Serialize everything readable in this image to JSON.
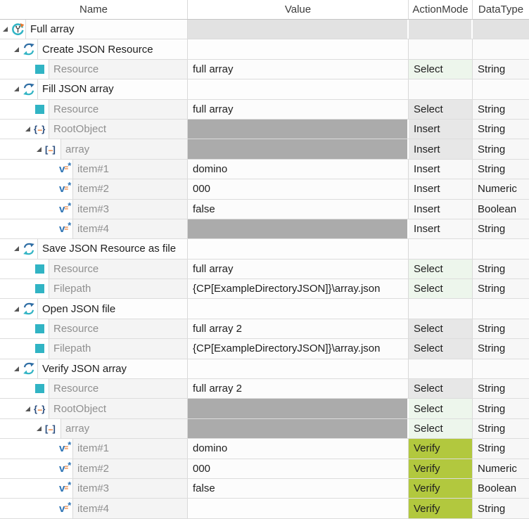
{
  "table": {
    "headers": [
      "Name",
      "Value",
      "ActionMode",
      "DataType"
    ],
    "colors": {
      "select_green": "#edf6ec",
      "select_gray": "#e7e7e7",
      "verify_green": "#b2c83e",
      "action_plain": "#f8f8f8",
      "cell_none": "#fbfbfb",
      "dt_plain": "#f7f7f7",
      "value_text": "#fcfcfc",
      "value_empty": "#fdfdfd",
      "value_disabled": "#ababab",
      "row_root_gray": "#e2e2e2",
      "name_attr_text": "#8f8f8f",
      "icon_teal": "#31b4c4",
      "icon_steel_blue": "#2e6da4",
      "icon_navy": "#2a4d7e",
      "icon_orange": "#e8762c",
      "icon_blue": "#2e74b5"
    },
    "icons": {
      "root": "testcase-rerun-icon",
      "module": "sync-arrows-icon",
      "attr": "attribute-square-icon",
      "object": "json-object-icon",
      "array": "json-array-icon",
      "item": "json-value-icon",
      "expander": "expanded-triangle-icon"
    },
    "rows": [
      {
        "kind": "root",
        "name": "Full array",
        "value": "",
        "value_state": "root",
        "action": "",
        "action_style": "root",
        "datatype": "",
        "datatype_style": "root"
      },
      {
        "kind": "module",
        "name": "Create JSON Resource",
        "value": "",
        "value_state": "empty",
        "action": "",
        "action_style": "none",
        "datatype": "",
        "datatype_style": "none"
      },
      {
        "kind": "attr",
        "name": "Resource",
        "value": "full array",
        "value_state": "text",
        "action": "Select",
        "action_style": "green",
        "datatype": "String",
        "datatype_style": "plain"
      },
      {
        "kind": "module",
        "name": "Fill JSON array",
        "value": "",
        "value_state": "empty",
        "action": "",
        "action_style": "none",
        "datatype": "",
        "datatype_style": "none"
      },
      {
        "kind": "attr",
        "name": "Resource",
        "value": "full array",
        "value_state": "text",
        "action": "Select",
        "action_style": "gray",
        "datatype": "String",
        "datatype_style": "plain"
      },
      {
        "kind": "object",
        "name": "RootObject",
        "value": "",
        "value_state": "disabled",
        "action": "Insert",
        "action_style": "gray",
        "datatype": "String",
        "datatype_style": "plain"
      },
      {
        "kind": "array",
        "name": "array",
        "value": "",
        "value_state": "disabled",
        "action": "Insert",
        "action_style": "gray",
        "datatype": "String",
        "datatype_style": "plain"
      },
      {
        "kind": "item",
        "name": "item#1",
        "value": "domino",
        "value_state": "text",
        "action": "Insert",
        "action_style": "plain",
        "datatype": "String",
        "datatype_style": "plain"
      },
      {
        "kind": "item",
        "name": "item#2",
        "value": "000",
        "value_state": "text",
        "action": "Insert",
        "action_style": "plain",
        "datatype": "Numeric",
        "datatype_style": "plain"
      },
      {
        "kind": "item",
        "name": "item#3",
        "value": "false",
        "value_state": "text",
        "action": "Insert",
        "action_style": "plain",
        "datatype": "Boolean",
        "datatype_style": "plain"
      },
      {
        "kind": "item",
        "name": "item#4",
        "value": "",
        "value_state": "disabled",
        "action": "Insert",
        "action_style": "plain",
        "datatype": "String",
        "datatype_style": "plain"
      },
      {
        "kind": "module",
        "name": "Save JSON Resource as file",
        "value": "",
        "value_state": "empty",
        "action": "",
        "action_style": "none",
        "datatype": "",
        "datatype_style": "none"
      },
      {
        "kind": "attr",
        "name": "Resource",
        "value": "full array",
        "value_state": "text",
        "action": "Select",
        "action_style": "green",
        "datatype": "String",
        "datatype_style": "plain"
      },
      {
        "kind": "attr",
        "name": "Filepath",
        "value": "{CP[ExampleDirectoryJSON]}\\array.json",
        "value_state": "text",
        "action": "Select",
        "action_style": "green",
        "datatype": "String",
        "datatype_style": "plain"
      },
      {
        "kind": "module",
        "name": "Open JSON file",
        "value": "",
        "value_state": "empty",
        "action": "",
        "action_style": "none",
        "datatype": "",
        "datatype_style": "none"
      },
      {
        "kind": "attr",
        "name": "Resource",
        "value": "full array 2",
        "value_state": "text",
        "action": "Select",
        "action_style": "gray",
        "datatype": "String",
        "datatype_style": "plain"
      },
      {
        "kind": "attr",
        "name": "Filepath",
        "value": "{CP[ExampleDirectoryJSON]}\\array.json",
        "value_state": "text",
        "action": "Select",
        "action_style": "gray",
        "datatype": "String",
        "datatype_style": "plain"
      },
      {
        "kind": "module",
        "name": "Verify JSON array",
        "value": "",
        "value_state": "empty",
        "action": "",
        "action_style": "none",
        "datatype": "",
        "datatype_style": "none"
      },
      {
        "kind": "attr",
        "name": "Resource",
        "value": "full array 2",
        "value_state": "text",
        "action": "Select",
        "action_style": "gray",
        "datatype": "String",
        "datatype_style": "plain"
      },
      {
        "kind": "object",
        "name": "RootObject",
        "value": "",
        "value_state": "disabled",
        "action": "Select",
        "action_style": "green",
        "datatype": "String",
        "datatype_style": "plain"
      },
      {
        "kind": "array",
        "name": "array",
        "value": "",
        "value_state": "disabled",
        "action": "Select",
        "action_style": "green",
        "datatype": "String",
        "datatype_style": "plain"
      },
      {
        "kind": "item",
        "name": "item#1",
        "value": "domino",
        "value_state": "text",
        "action": "Verify",
        "action_style": "verify",
        "datatype": "String",
        "datatype_style": "plain"
      },
      {
        "kind": "item",
        "name": "item#2",
        "value": "000",
        "value_state": "text",
        "action": "Verify",
        "action_style": "verify",
        "datatype": "Numeric",
        "datatype_style": "plain"
      },
      {
        "kind": "item",
        "name": "item#3",
        "value": "false",
        "value_state": "text",
        "action": "Verify",
        "action_style": "verify",
        "datatype": "Boolean",
        "datatype_style": "plain"
      },
      {
        "kind": "item",
        "name": "item#4",
        "value": "",
        "value_state": "empty",
        "action": "Verify",
        "action_style": "verify",
        "datatype": "String",
        "datatype_style": "plain"
      }
    ]
  }
}
